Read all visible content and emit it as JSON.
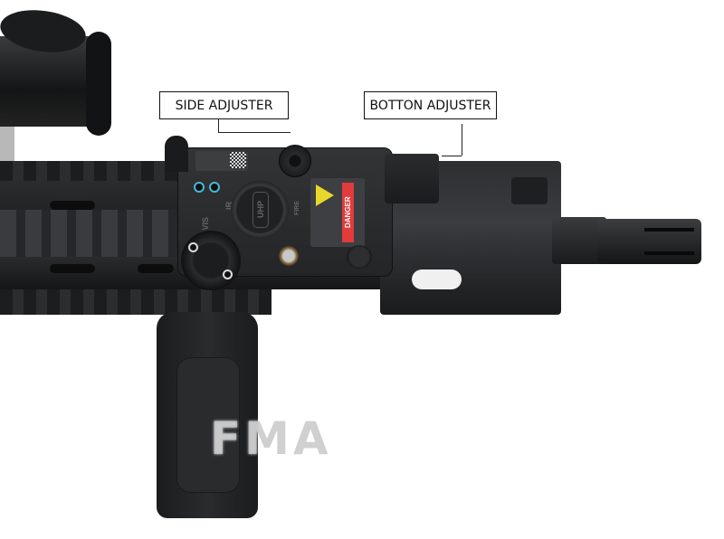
{
  "callouts": {
    "side_adjuster": "SIDE ADJUSTER",
    "bottom_adjuster": "BOTTON ADJUSTER"
  },
  "device_labels": {
    "danger": "DANGER",
    "uhp": "UHP",
    "mode_ir": "IR",
    "mode_vis": "VIS",
    "fire": "FIRE"
  },
  "watermark": "FMA",
  "colors": {
    "background": "#ffffff",
    "device_body": "#2b2c2e",
    "danger_red": "#e23b3b",
    "laser_warning_yellow": "#e7d92a",
    "led_cyan": "#46b8d8"
  }
}
